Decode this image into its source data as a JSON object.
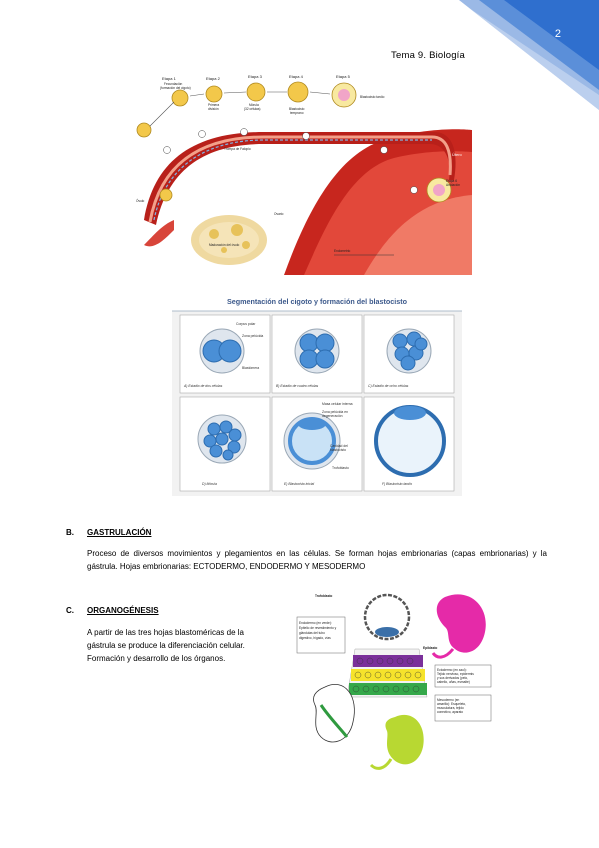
{
  "header": {
    "page_number": "2",
    "title": "Tema 9. Biología",
    "accent_color": "#2f6fce"
  },
  "figure_fertilization": {
    "labels": {
      "etapa1": "Etapa 1",
      "fecundacion": "Fecundación",
      "formacion_cigoto": "(formación del cigoto)",
      "etapa2": "Etapa 2",
      "primera_division": "Primera",
      "primera_division2": "división",
      "etapa3": "Etapa 3",
      "morula": "Mórula",
      "morula_cells": "(32 células)",
      "etapa4": "Etapa 4",
      "blastocisto_temprano": "Blastocisto",
      "blastocisto_temprano2": "temprano",
      "etapa5": "Etapa 5",
      "blastocisto_tardio": "Blastocisto tardío",
      "trompa": "Trompa de Falopio",
      "utero": "Útero",
      "etapa6": "Etapa 6",
      "anidacion": "Anidación",
      "ovulo": "Óvulo",
      "ovario": "Ovario",
      "maduracion": "Maduración del óvulo",
      "endometrio": "Endometrio"
    }
  },
  "figure_segmentation": {
    "title": "Segmentación del cigoto y formación del blastocisto",
    "labels": {
      "corpus_polar": "Corpus polar",
      "zona_pelucida": "Zona pelúcida",
      "blastomera": "Blastómera",
      "a": "A) Estadio de dos células",
      "b": "B) Estadio de cuatro células",
      "c": "C) Estadio de ocho células",
      "masa": "Masa celular interna",
      "zona_deg": "Zona pelúcida en",
      "zona_deg2": "degeneración",
      "cavidad": "Cavidad del",
      "cavidad2": "blastocisto",
      "trofoblasto": "Trofoblasto",
      "d": "D) Mórula",
      "e": "E) Blastocisto inicial",
      "f": "F) Blastocisto tardío"
    }
  },
  "section_b": {
    "letter": "B.",
    "title": "GASTRULACIÓN",
    "text": "Proceso de diversos movimientos y plegamientos en las células. Se forman hojas embrionarias (capas embrionarias) y la gástrula. Hojas embrionarias: ECTODERMO, ENDODERMO Y MESODERMO"
  },
  "section_c": {
    "letter": "C.",
    "title": "ORGANOGÉNESIS",
    "text": "A partir de las tres hojas blastoméricas de la gástrula se produce la diferenciación celular. Formación y desarrollo de los órganos."
  },
  "figure_layers": {
    "labels": {
      "trofoblasto": "Trofoblasto",
      "epiblasto": "Epiblasto",
      "endo1": "Endodermo (en verde):",
      "endo2": "Epitelio de revestimiento y",
      "endo3": "glándulas del tubo",
      "endo4": "digestivo, hígado, vías",
      "ecto1": "Ectodermo (en azul):",
      "ecto2": "Tejido nervioso, epidermis",
      "ecto3": "y sus derivados (pelo,",
      "ecto4": "cabello, uñas, esmalte)",
      "meso1": "Mesodermo (en",
      "meso2": "amarillo): Esqueleto,",
      "meso3": "musculatura, tejido",
      "meso4": "conectivo, aparato"
    }
  }
}
